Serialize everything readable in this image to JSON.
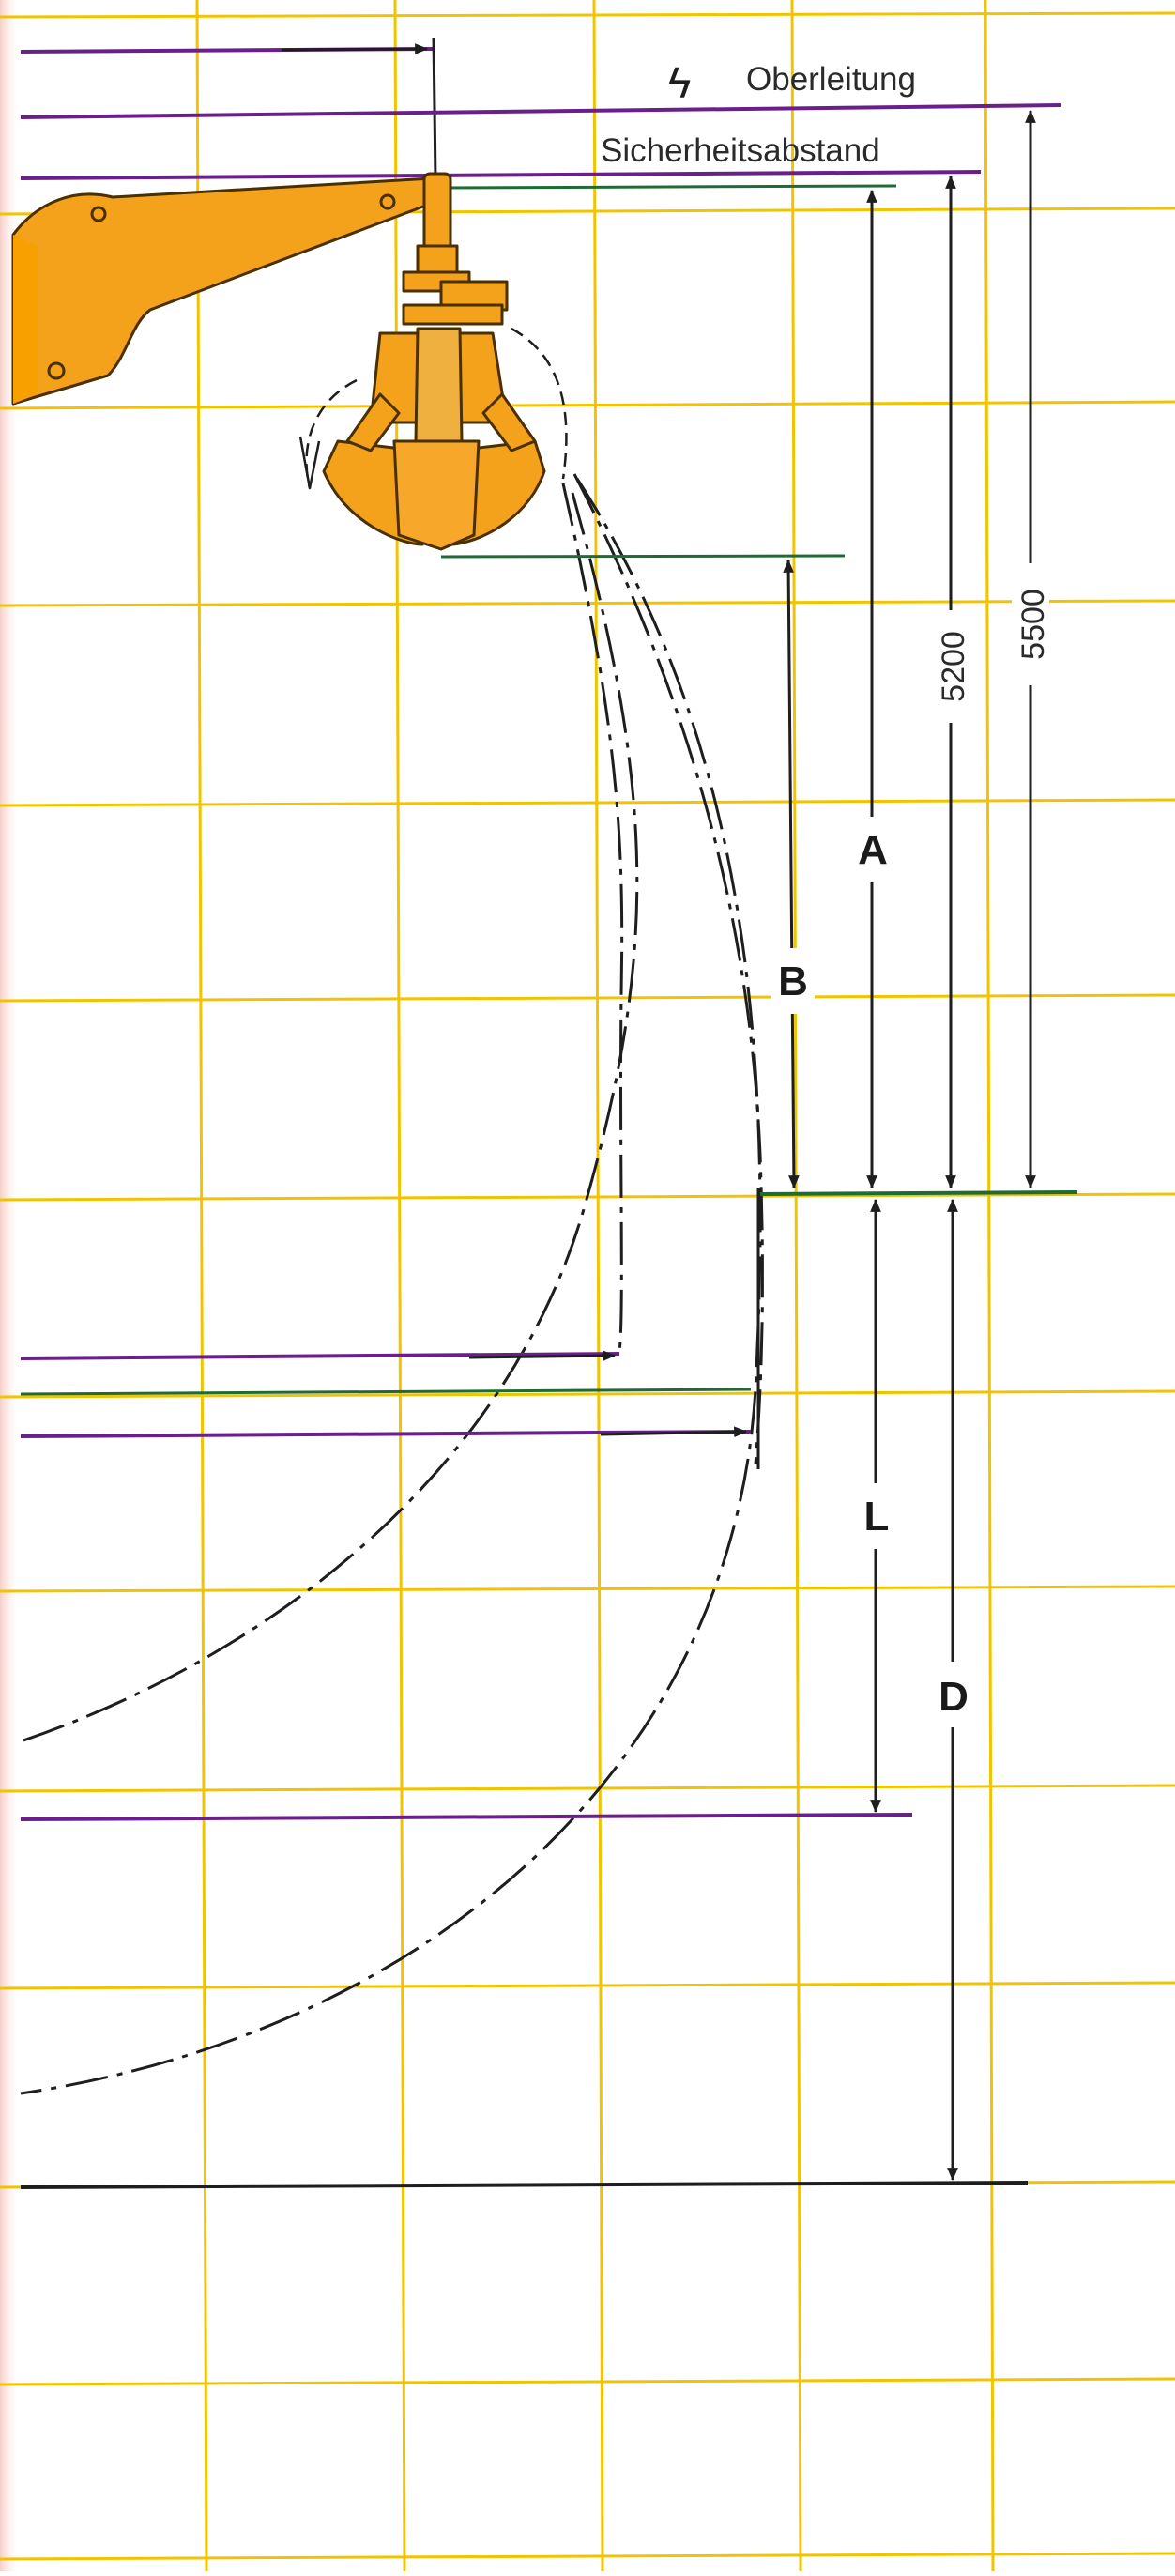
{
  "diagram": {
    "labels": {
      "power_line": "Oberleitung",
      "safety_distance": "Sicherheitsabstand",
      "dim_5500": "5500",
      "dim_5200": "5200",
      "dim_a": "A",
      "dim_b": "B",
      "dim_l": "L",
      "dim_d": "D",
      "lightning_symbol": "ϟ"
    },
    "colors": {
      "grid": "#f2c400",
      "machine": "#f4a21c",
      "machine_outline": "#4a3000",
      "line_purple": "#6a1f8a",
      "line_green": "#1f6b35",
      "ink": "#1e1e1e",
      "left_edge_tint": "#fbe3e0"
    },
    "icons": {
      "power_line_symbol": "lightning-icon",
      "machine": "grab-bucket-icon"
    }
  }
}
